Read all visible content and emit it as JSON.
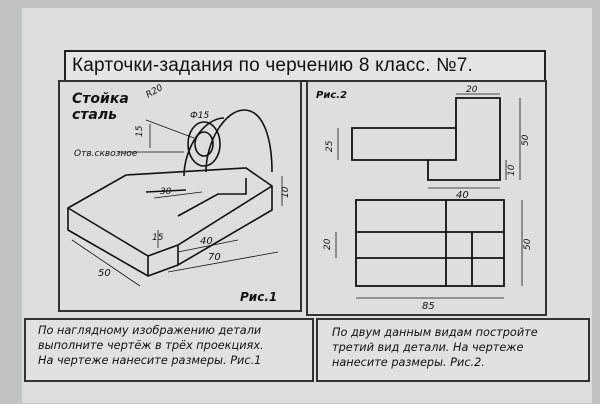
{
  "title": "Карточки-задания по черчению 8 класс. №7.",
  "fig1": {
    "material_line1": "Стойка",
    "material_line2": "сталь",
    "hole_note": "Отв.сквозное",
    "r_label": "R20",
    "d_label": "Ф15",
    "dims": {
      "d15": "15",
      "d10": "10",
      "d30": "30",
      "d15b": "15",
      "d40": "40",
      "d70": "70",
      "d50": "50"
    },
    "caption": "Рис.1"
  },
  "fig2": {
    "caption": "Рис.2",
    "dims": {
      "d20": "20",
      "d25": "25",
      "d50": "50",
      "d10": "10",
      "d40": "40",
      "d20b": "20",
      "d50b": "50",
      "d85": "85"
    }
  },
  "task1": {
    "line1": "По наглядному изображению детали",
    "line2": "выполните чертёж в трёх проекциях.",
    "line3": "На чертеже нанесите размеры. Рис.1"
  },
  "task2": {
    "line1": "По двум данным видам постройте",
    "line2": "третий вид детали. На чертеже",
    "line3": "нанесите размеры. Рис.2."
  }
}
